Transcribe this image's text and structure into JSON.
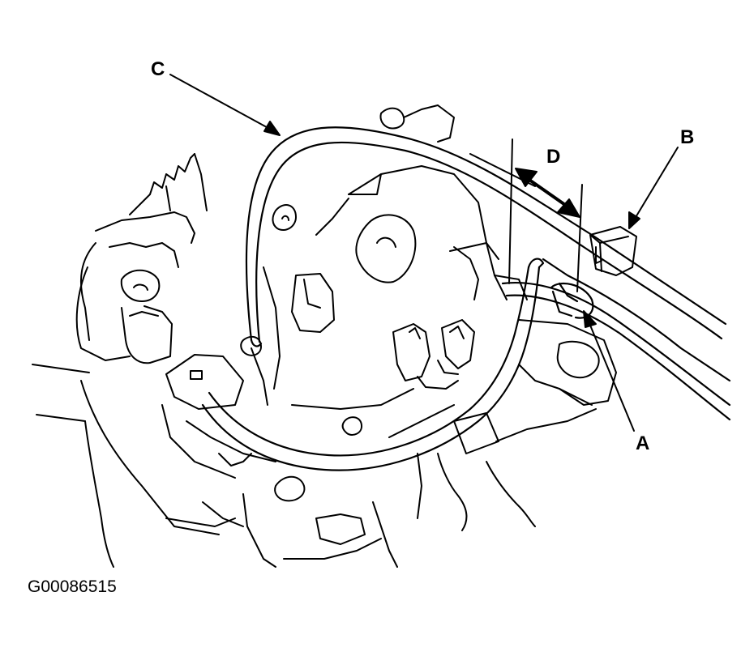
{
  "callouts": {
    "a": "A",
    "b": "B",
    "c": "C",
    "d": "D"
  },
  "figure_id": "G00086515",
  "colors": {
    "ink": "#000000",
    "paper": "#ffffff"
  }
}
